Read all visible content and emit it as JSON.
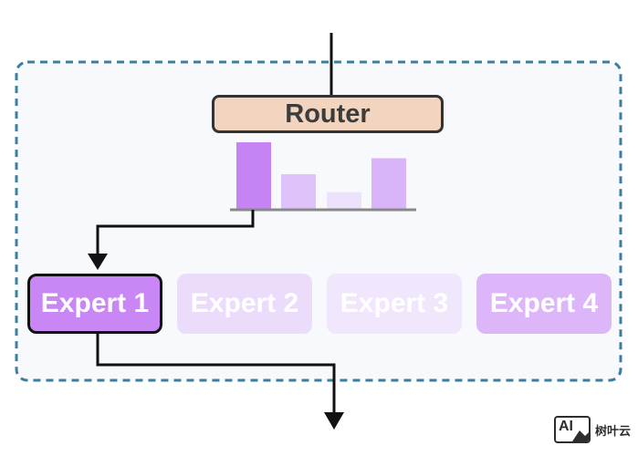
{
  "router": {
    "label": "Router",
    "fill": "#f2d4bf"
  },
  "gate_bars": [
    {
      "weight": 1.0,
      "fill": "#c683f4"
    },
    {
      "weight": 0.52,
      "fill": "#dfc2fa"
    },
    {
      "weight": 0.25,
      "fill": "#ece2fb"
    },
    {
      "weight": 0.76,
      "fill": "#dab4f9"
    }
  ],
  "experts": [
    {
      "label": "Expert 1",
      "fill": "#c887f5",
      "active": true
    },
    {
      "label": "Expert 2",
      "fill": "#ecdcfb",
      "active": false
    },
    {
      "label": "Expert 3",
      "fill": "#f1e7fc",
      "active": false
    },
    {
      "label": "Expert 4",
      "fill": "#dcb6f9",
      "active": false
    }
  ],
  "colors": {
    "container_border": "#3b7fa0",
    "container_fill": "#f7f9fc",
    "arrow": "#111111",
    "baseline": "#888888"
  },
  "watermark": {
    "logo_text": "AI",
    "text": "树叶云"
  }
}
